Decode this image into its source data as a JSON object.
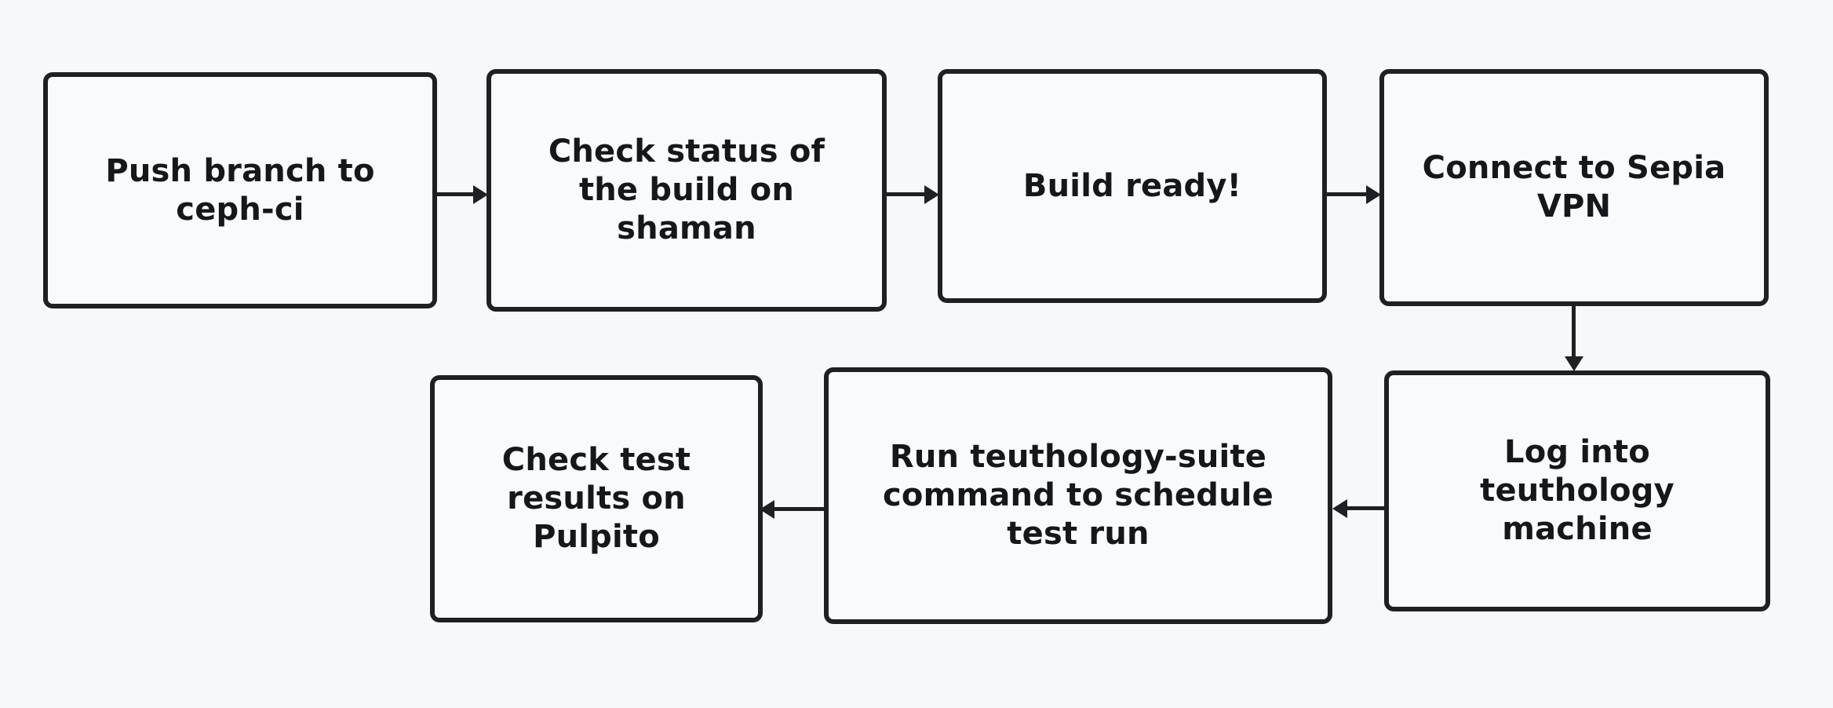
{
  "diagram": {
    "type": "flowchart",
    "background_color": "#f6f8fa",
    "node_fill_color": "#f9fafb",
    "stroke_color": "#1f2023",
    "nodes": [
      {
        "id": "push-branch",
        "label": "Push branch to\nceph-ci"
      },
      {
        "id": "check-build",
        "label": "Check status of\nthe build on\nshaman"
      },
      {
        "id": "build-ready",
        "label": "Build ready!"
      },
      {
        "id": "connect-vpn",
        "label": "Connect to Sepia\nVPN"
      },
      {
        "id": "log-teuthology",
        "label": "Log into\nteuthology\nmachine"
      },
      {
        "id": "run-suite",
        "label": "Run teuthology-suite\ncommand to schedule\ntest run"
      },
      {
        "id": "check-results",
        "label": "Check test\nresults on\nPulpito"
      }
    ],
    "edges": [
      {
        "id": "edge-1",
        "from": "push-branch",
        "to": "check-build",
        "direction": "right",
        "label": ""
      },
      {
        "id": "edge-2",
        "from": "check-build",
        "to": "build-ready",
        "direction": "right",
        "label": ""
      },
      {
        "id": "edge-3",
        "from": "build-ready",
        "to": "connect-vpn",
        "direction": "right",
        "label": ""
      },
      {
        "id": "edge-4",
        "from": "connect-vpn",
        "to": "log-teuthology",
        "direction": "down",
        "label": ""
      },
      {
        "id": "edge-5",
        "from": "log-teuthology",
        "to": "run-suite",
        "direction": "left",
        "label": ""
      },
      {
        "id": "edge-6",
        "from": "run-suite",
        "to": "check-results",
        "direction": "left",
        "label": ""
      }
    ]
  }
}
